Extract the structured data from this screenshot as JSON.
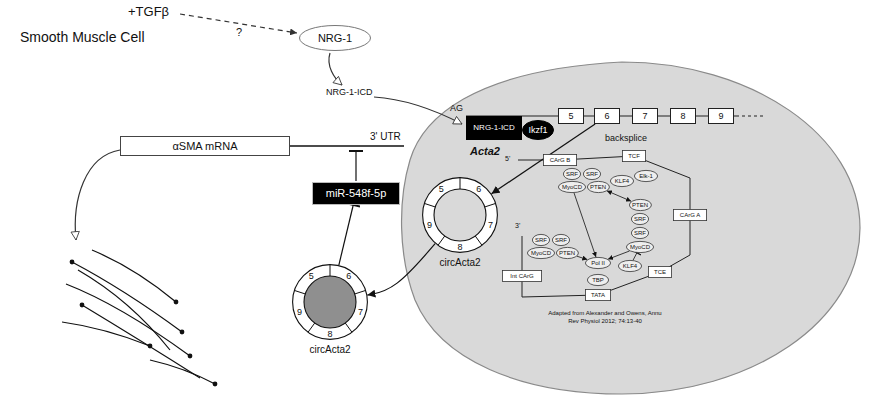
{
  "diagram": {
    "nodes": [
      {
        "text": [
          "Smooth Muscle Cell"
        ]
      },
      {
        "text": [
          "NRG-1"
        ],
        "in": 0
      },
      {
        "text": [
          "αSMA mRNA"
        ],
        "in": 0
      },
      {
        "text": [
          "miR-548f-5p"
        ],
        "in": 0
      },
      {
        "text": [
          "NRG-1-ICD"
        ],
        "in": 0
      },
      {
        "text": [
          "Ikzf1"
        ],
        "in": 0
      },
      {
        "text": [
          "5"
        ],
        "in": 0
      },
      {
        "text": [
          "6"
        ],
        "in": 0
      },
      {
        "text": [
          "7"
        ],
        "in": 0
      },
      {
        "text": [
          "8"
        ],
        "in": 0
      },
      {
        "text": [
          "9"
        ],
        "in": 0
      },
      {
        "text": [
          "5",
          "6",
          "7",
          "8",
          "9",
          "circActa2"
        ],
        "in": 0
      },
      {
        "text": [
          "5",
          "6",
          "7",
          "8",
          "9",
          "circActa2"
        ],
        "in": 0
      },
      {
        "text": [
          "CArG B"
        ],
        "in": 0
      },
      {
        "text": [
          "SRF"
        ],
        "in": 0
      },
      {
        "text": [
          "SRF"
        ],
        "in": 0
      },
      {
        "text": [
          "MyoCD"
        ],
        "in": 0
      },
      {
        "text": [
          "PTEN"
        ],
        "in": 0
      },
      {
        "text": [
          "TCF"
        ],
        "in": 0
      },
      {
        "text": [
          "Elk-1"
        ],
        "in": 0
      },
      {
        "text": [
          "KLF4"
        ],
        "in": 0
      },
      {
        "text": [
          "CArG A"
        ],
        "in": 0
      },
      {
        "text": [
          "PTEN"
        ],
        "in": 0
      },
      {
        "text": [
          "SRF"
        ],
        "in": 0
      },
      {
        "text": [
          "SRF"
        ],
        "in": 0
      },
      {
        "text": [
          "MyoCD"
        ],
        "in": 0
      },
      {
        "text": [
          "KLF4"
        ],
        "in": 0
      },
      {
        "text": [
          "TCE"
        ],
        "in": 0
      },
      {
        "text": [
          "Int CArG"
        ],
        "in": 0
      },
      {
        "text": [
          "SRF"
        ],
        "in": 0
      },
      {
        "text": [
          "SRF"
        ],
        "in": 0
      },
      {
        "text": [
          "MyoCD"
        ],
        "in": 0
      },
      {
        "text": [
          "PTEN"
        ],
        "in": 0
      },
      {
        "text": [
          "Pol II"
        ],
        "in": 0
      },
      {
        "text": [
          "TBP"
        ],
        "in": 0
      },
      {
        "text": [
          "TATA"
        ],
        "in": 0
      }
    ],
    "edges": [
      {
        "from": 7,
        "to": 11,
        "label": "backsplice",
        "arrow": "to"
      },
      {
        "from": 11,
        "to": 12,
        "arrow": "to"
      },
      {
        "from": 12,
        "to": 3,
        "arrow": "to"
      },
      {
        "from": 17,
        "to": 22,
        "arrow": "both"
      },
      {
        "from": 32,
        "to": 33,
        "arrow": "to"
      },
      {
        "from": 25,
        "to": 33,
        "arrow": "to"
      },
      {
        "from": 16,
        "to": 33,
        "arrow": "to"
      },
      {
        "from": 26,
        "to": 25,
        "arrow": "to"
      }
    ],
    "labels": [
      "+TGFβ",
      "?",
      "NRG-1-ICD",
      "3' UTR",
      "AG",
      "Acta2",
      "5'",
      "3'",
      "Adapted from Alexander and Owens, Annu Rev Physiol 2012; 74:13-40"
    ]
  }
}
